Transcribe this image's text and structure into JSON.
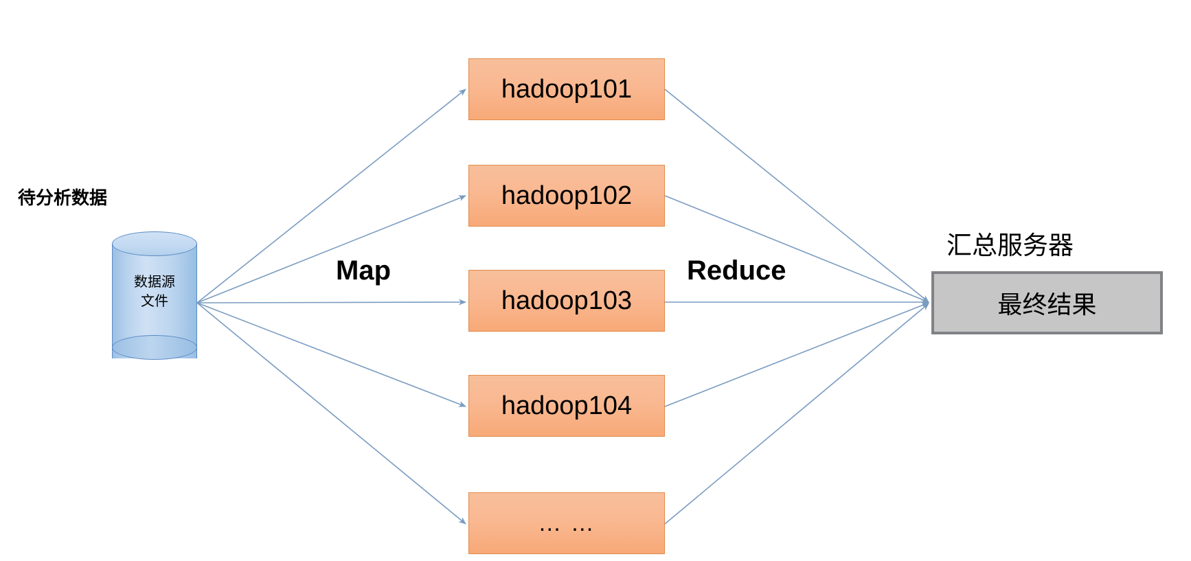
{
  "diagram": {
    "title_label": "待分析数据",
    "source": {
      "name": "data-source-cylinder",
      "line1": "数据源",
      "line2": "文件"
    },
    "stages": {
      "map_label": "Map",
      "reduce_label": "Reduce"
    },
    "nodes": [
      {
        "label": "hadoop101"
      },
      {
        "label": "hadoop102"
      },
      {
        "label": "hadoop103"
      },
      {
        "label": "hadoop104"
      },
      {
        "label": "… …"
      }
    ],
    "result": {
      "title": "汇总服务器",
      "text": "最终结果"
    },
    "colors": {
      "node_fill": "#f8b089",
      "node_border": "#e08a48",
      "cylinder_fill": "#bcd5ef",
      "cylinder_border": "#5a8ac4",
      "result_fill": "#c6c6c6",
      "result_border": "#808285",
      "arrow": "#7a9cc0",
      "background": "#ffffff",
      "text": "#000000"
    }
  }
}
